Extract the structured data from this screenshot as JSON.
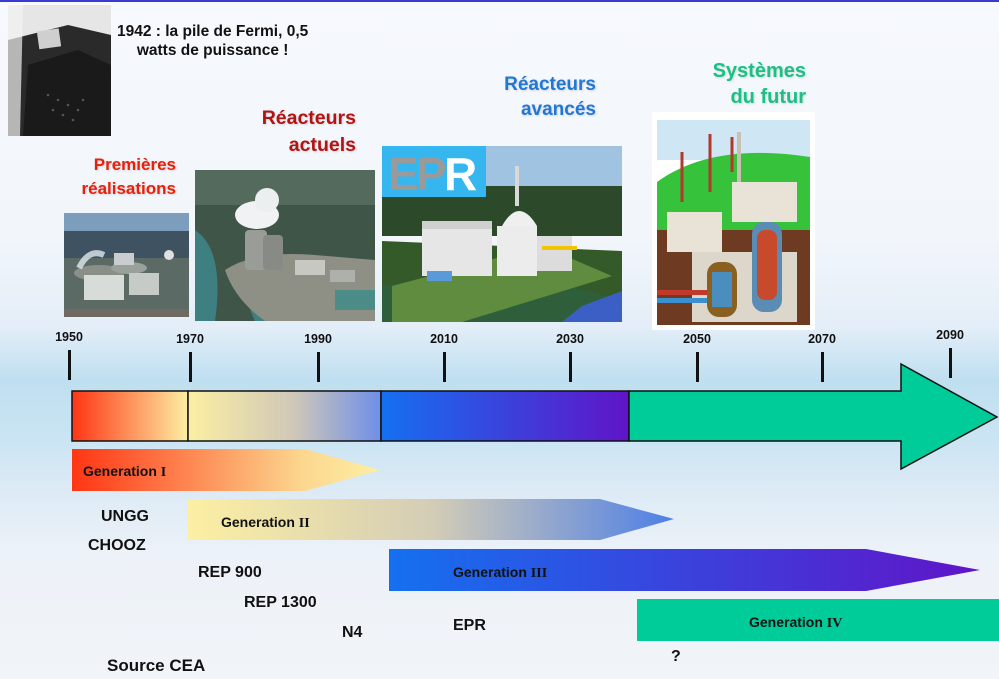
{
  "captions": {
    "fermi": [
      "1942 : la pile de Fermi, 0,5",
      "watts de puissance !"
    ],
    "first": [
      "Premières",
      "réalisations"
    ],
    "current": [
      "Réacteurs",
      "actuels"
    ],
    "advanced": [
      "Réacteurs",
      "avancés"
    ],
    "future": [
      "Systèmes",
      "du futur"
    ]
  },
  "images": {
    "fermi_pile": "Fermi pile photo (1942)",
    "gen1_plant": "Aerial photo of first-generation nuclear plant",
    "gen2_plant": "Aerial photo of current reactor with cooling towers",
    "epr_render": "EPR reactor rendering",
    "epr_logo": "EPR",
    "gen4_cutaway": "Future system cutaway illustration"
  },
  "colors": {
    "first": "#e8200a",
    "current": "#b21414",
    "advanced": "#2177d6",
    "future": "#1cbf84",
    "gen1_start": "#ff3514",
    "gen1_end": "#fcefa3",
    "gen2_end": "#6e8ee8",
    "gen3_start": "#1570f0",
    "gen3_end": "#6014c8",
    "gen4": "#00cc99"
  },
  "timeline": {
    "years": [
      "1950",
      "1970",
      "1990",
      "2010",
      "2030",
      "2050",
      "2070",
      "2090"
    ]
  },
  "generations": [
    {
      "name": "Generation",
      "numeral": "I",
      "start": 1950,
      "end": 2000
    },
    {
      "name": "Generation",
      "numeral": "II",
      "start": 1970,
      "end": 2045
    },
    {
      "name": "Generation",
      "numeral": "III",
      "start": 2000,
      "end": 2100
    },
    {
      "name": "Generation",
      "numeral": "IV",
      "start": 2040,
      "end": 2100
    }
  ],
  "reactors": {
    "ungg": "UNGG",
    "chooz": "CHOOZ",
    "rep900": "REP 900",
    "rep1300": "REP 1300",
    "n4": "N4",
    "epr": "EPR",
    "unknown": "?"
  },
  "source": "Source CEA"
}
